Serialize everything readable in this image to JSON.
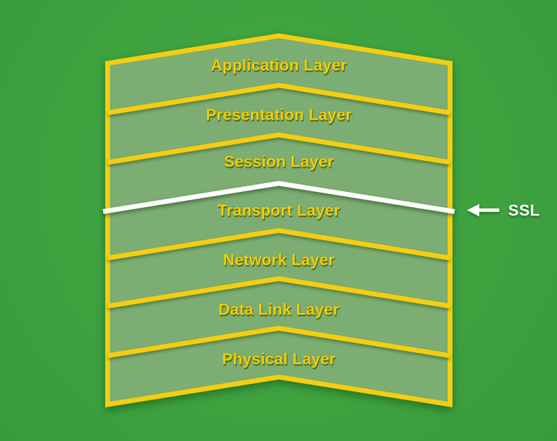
{
  "diagram": {
    "type": "osi-model-stack",
    "layers": [
      {
        "label": "Application Layer"
      },
      {
        "label": "Presentation Layer"
      },
      {
        "label": "Session Layer"
      },
      {
        "label": "Transport Layer"
      },
      {
        "label": "Network Layer"
      },
      {
        "label": "Data Link Layer"
      },
      {
        "label": "Physical Layer"
      }
    ],
    "annotation": {
      "label": "SSL",
      "icon": "left-arrow-icon",
      "highlighted_boundary": "Session Layer / Transport Layer"
    },
    "colors": {
      "background_green": "#3EA23F",
      "band_fill_green": "#7CAD72",
      "divider_yellow": "#F5CE11",
      "highlight_divider_white": "#FFFFFF",
      "layer_label_text": "#F2CD0E",
      "annotation_text": "#FFFFFF"
    }
  }
}
